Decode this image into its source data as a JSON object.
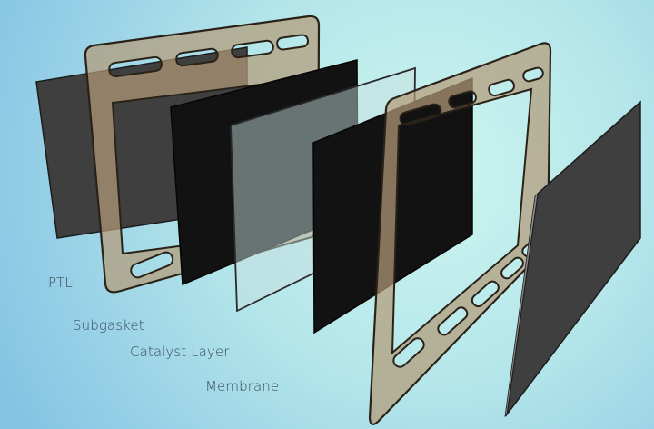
{
  "labels": {
    "ptl": "PTL",
    "subgasket": "Subgasket",
    "catalyst_layer": "Catalyst Layer",
    "membrane": "Membrane"
  },
  "colors": {
    "background_center": "#c8f2ec",
    "background_edge": "#8fcbe6",
    "ptl": "#3e3e3e",
    "catalyst_layer": "#111111",
    "subgasket": "#b09a78",
    "membrane": "#c4dcdc",
    "outline": "#1a1a1a"
  }
}
